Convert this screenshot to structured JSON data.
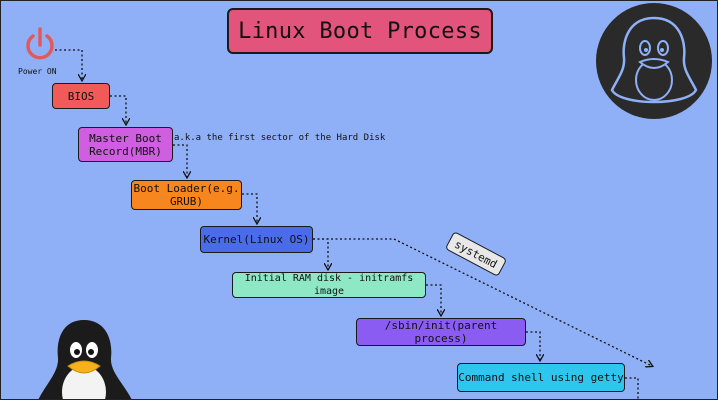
{
  "title": "Linux Boot Process",
  "power": {
    "label": "Power ON",
    "icon": "power-icon"
  },
  "steps": [
    {
      "id": "bios",
      "label": "BIOS",
      "color": "#f25a5a"
    },
    {
      "id": "mbr",
      "label": "Master Boot\nRecord(MBR)",
      "color": "#cf5fe0"
    },
    {
      "id": "bootloader",
      "label": "Boot Loader(e.g.\nGRUB)",
      "color": "#f7861e"
    },
    {
      "id": "kernel",
      "label": "Kernel(Linux OS)",
      "color": "#4a6cea"
    },
    {
      "id": "initramfs",
      "label": "Initial RAM disk - initramfs image",
      "color": "#8ee8c6"
    },
    {
      "id": "init",
      "label": "/sbin/init(parent process)",
      "color": "#8a5cf2"
    },
    {
      "id": "shell",
      "label": "Command shell using getty",
      "color": "#2ec6ef"
    }
  ],
  "mbr_note": "a.k.a the first sector of the Hard Disk",
  "systemd_label": "systemd",
  "icons": {
    "top_right": "linux-tux-logo-icon",
    "bottom_left": "linux-tux-mascot-icon"
  }
}
